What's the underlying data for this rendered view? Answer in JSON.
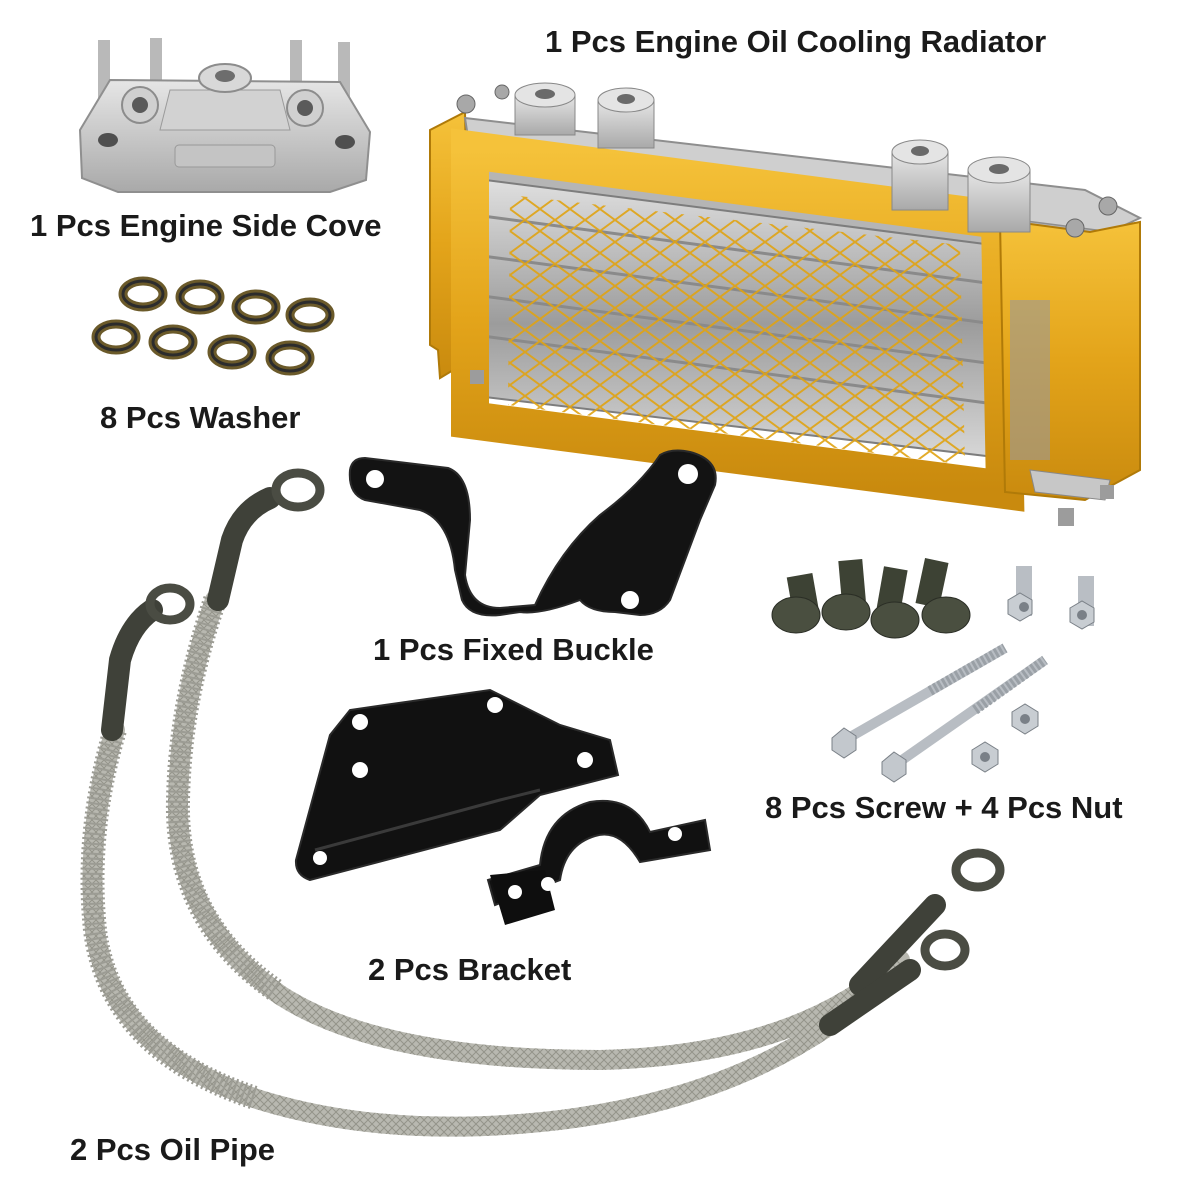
{
  "labels": {
    "radiator": "1 Pcs Engine Oil Cooling Radiator",
    "side_cover": "1 Pcs Engine Side Cove",
    "washer": "8 Pcs Washer",
    "fixed_buckle": "1 Pcs Fixed Buckle",
    "screw_nut": "8 Pcs Screw + 4 Pcs Nut",
    "bracket": "2 Pcs Bracket",
    "oil_pipe": "2 Pcs Oil Pipe"
  },
  "colors": {
    "background": "#ffffff",
    "radiator_frame": "#e8a91c",
    "radiator_core": "#c9c9c9",
    "aluminum": "#c8c8c8",
    "black_steel": "#151515",
    "washer_rim": "#6b5a2a",
    "bolt_dark": "#3d4234",
    "hose_braid": "#b8b8b0"
  }
}
